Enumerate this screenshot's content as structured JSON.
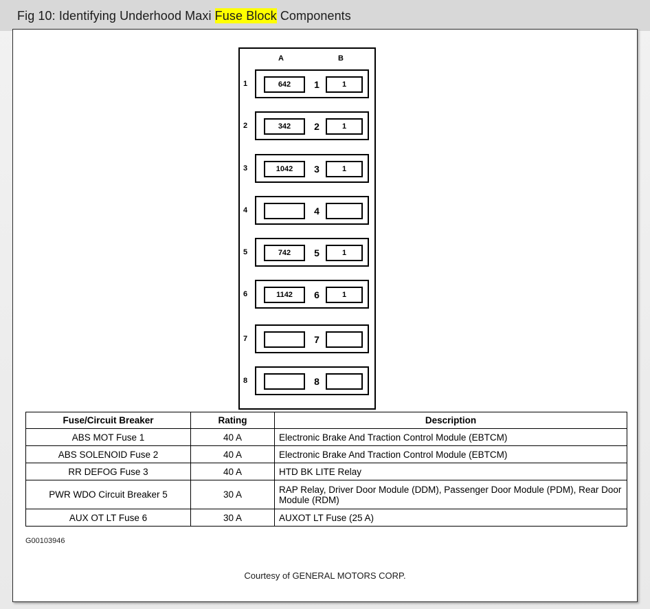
{
  "header": {
    "title_prefix": "Fig 10: Identifying Underhood Maxi ",
    "title_highlight": "Fuse Block",
    "title_suffix": " Components"
  },
  "diagram": {
    "column_headers": {
      "a": "A",
      "b": "B"
    },
    "rows": [
      {
        "index": "1",
        "a": "642",
        "middle": "1",
        "b": "1"
      },
      {
        "index": "2",
        "a": "342",
        "middle": "2",
        "b": "1"
      },
      {
        "index": "3",
        "a": "1042",
        "middle": "3",
        "b": "1"
      },
      {
        "index": "4",
        "a": "",
        "middle": "4",
        "b": ""
      },
      {
        "index": "5",
        "a": "742",
        "middle": "5",
        "b": "1"
      },
      {
        "index": "6",
        "a": "1142",
        "middle": "6",
        "b": "1"
      },
      {
        "index": "7",
        "a": "",
        "middle": "7",
        "b": ""
      },
      {
        "index": "8",
        "a": "",
        "middle": "8",
        "b": ""
      }
    ]
  },
  "table": {
    "columns": [
      "Fuse/Circuit Breaker",
      "Rating",
      "Description"
    ],
    "rows": [
      {
        "name": "ABS MOT Fuse 1",
        "rating": "40 A",
        "description": "Electronic Brake And Traction Control Module (EBTCM)"
      },
      {
        "name": "ABS SOLENOID Fuse 2",
        "rating": "40 A",
        "description": "Electronic Brake And Traction Control Module (EBTCM)"
      },
      {
        "name": "RR DEFOG Fuse 3",
        "rating": "40 A",
        "description": "HTD BK LITE Relay"
      },
      {
        "name": "PWR WDO Circuit Breaker 5",
        "rating": "30 A",
        "description": "RAP Relay, Driver Door Module (DDM), Passenger Door Module (PDM), Rear Door Module (RDM)"
      },
      {
        "name": "AUX OT LT Fuse 6",
        "rating": "30 A",
        "description": "AUXOT LT Fuse (25 A)"
      }
    ]
  },
  "footer": {
    "figure_id": "G00103946",
    "courtesy": "Courtesy of GENERAL MOTORS CORP."
  },
  "colors": {
    "highlight": "#ffff00",
    "title_bar": "#d8d8d8",
    "page": "#ffffff",
    "ink": "#000000"
  }
}
